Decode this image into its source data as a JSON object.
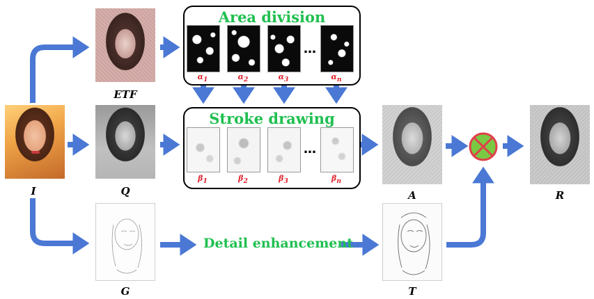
{
  "labels": {
    "input": "I",
    "etf": "ETF",
    "quantized": "Q",
    "gradient": "G",
    "area_result": "A",
    "texture": "T",
    "result": "R"
  },
  "area_division": {
    "title": "Area division",
    "subs": [
      "α",
      "α",
      "α",
      "α"
    ],
    "indices": [
      "1",
      "2",
      "3",
      "n"
    ],
    "ellipsis": "…"
  },
  "stroke_drawing": {
    "title": "Stroke drawing",
    "subs": [
      "β",
      "β",
      "β",
      "β"
    ],
    "indices": [
      "1",
      "2",
      "3",
      "n"
    ],
    "ellipsis": "…"
  },
  "detail_enhancement": "Detail enhancement",
  "colors": {
    "arrow": "#4a78d4",
    "title_green": "#1fbf4f",
    "subscript_red": "#e0202a",
    "combine_circle": "#7ac943",
    "combine_ring": "#e0404a"
  },
  "icons": {
    "combine": "circled-times-icon"
  }
}
